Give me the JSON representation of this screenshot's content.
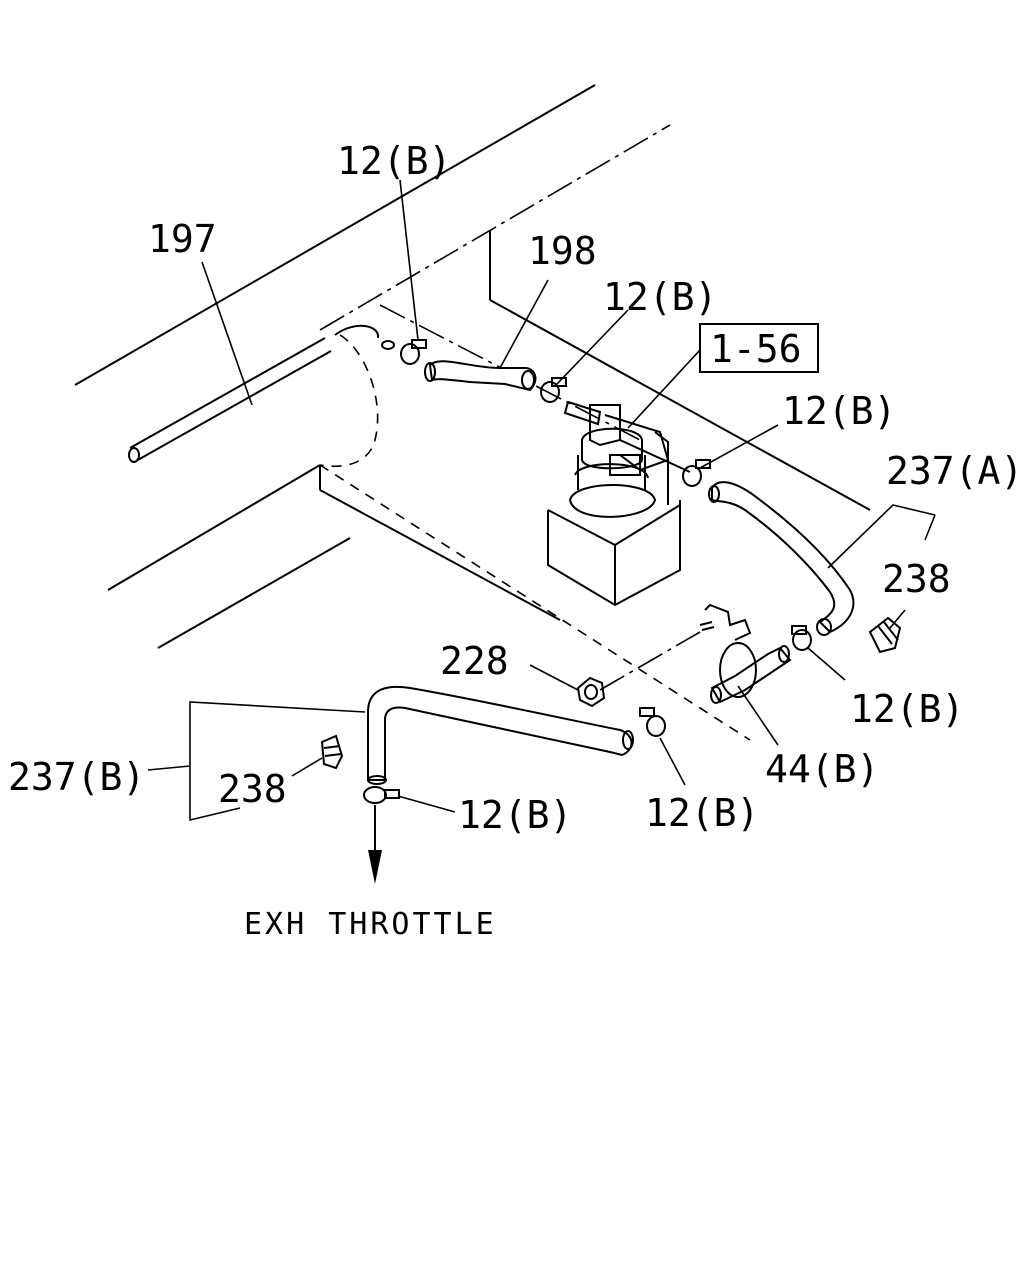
{
  "labels": {
    "clamp_12b_top": "12(B)",
    "part_197": "197",
    "part_198": "198",
    "clamp_12b_mid": "12(B)",
    "ref_1_56": "1-56",
    "clamp_12b_right": "12(B)",
    "hose_237a": "237(A)",
    "cap_238_right": "238",
    "part_228": "228",
    "clamp_12b_lower_right": "12(B)",
    "connector_44b": "44(B)",
    "hose_237b": "237(B)",
    "cap_238_left": "238",
    "clamp_12b_bottom_left": "12(B)",
    "clamp_12b_bottom_mid": "12(B)",
    "destination": "EXH THROTTLE"
  }
}
